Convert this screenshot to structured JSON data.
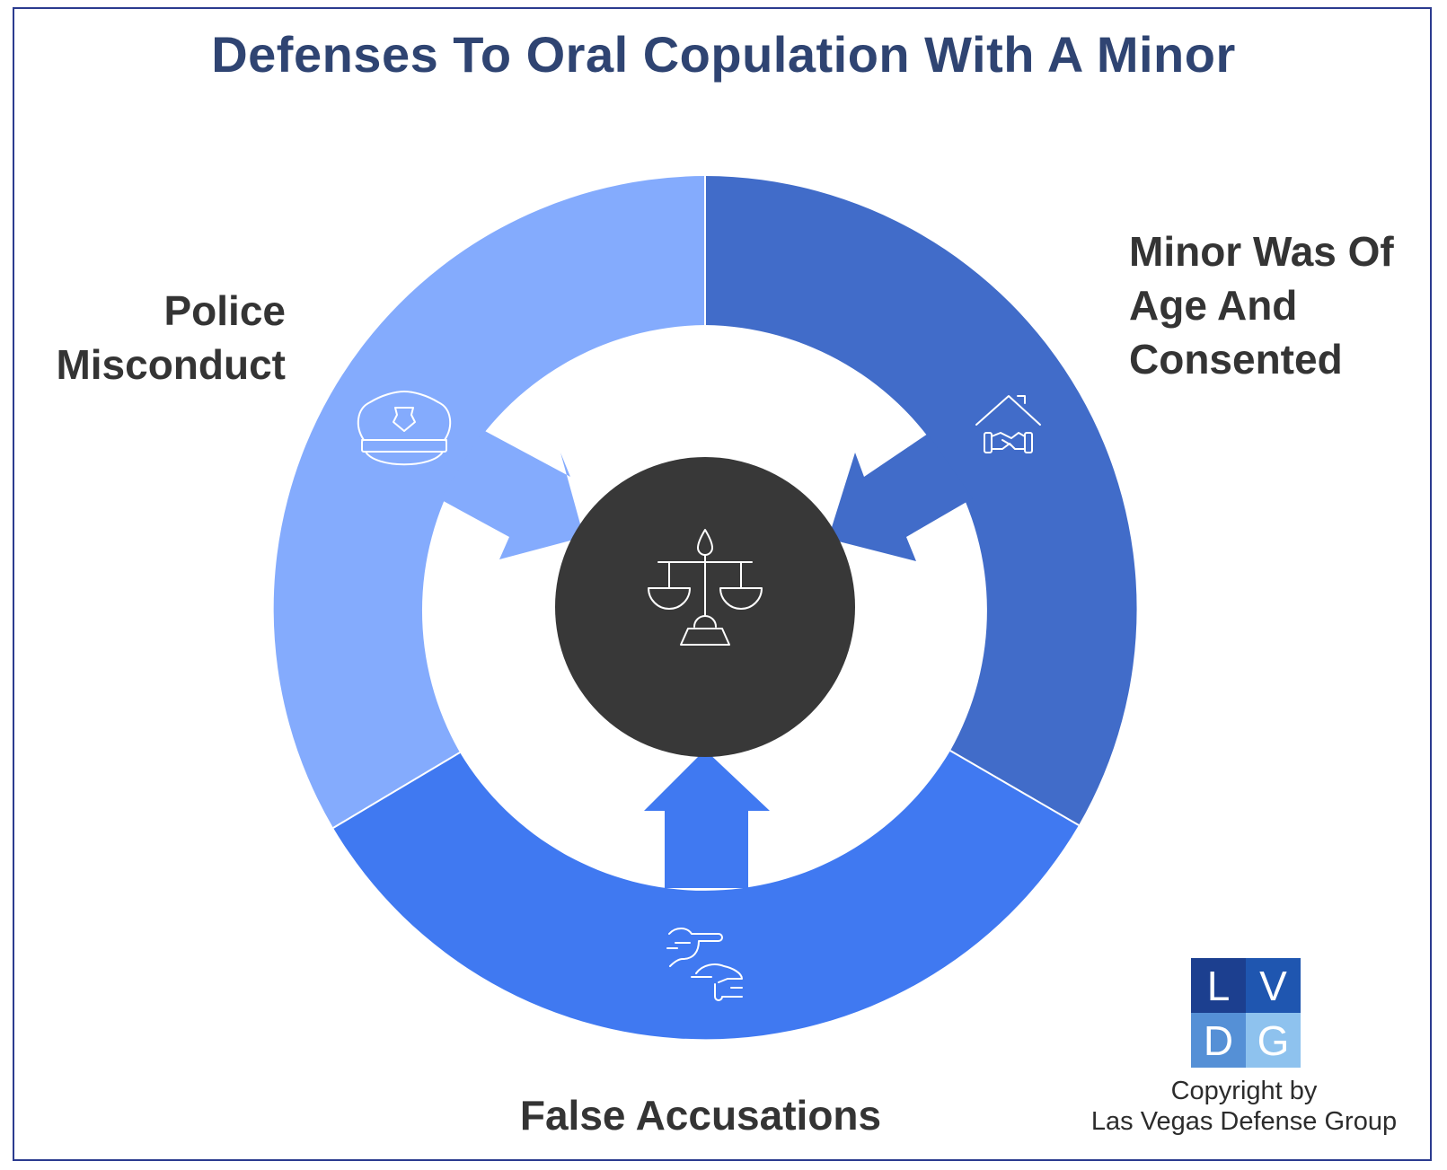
{
  "title": "Defenses To Oral Copulation With A Minor",
  "segments": [
    {
      "id": "police",
      "label_lines": [
        "Police",
        "Misconduct"
      ],
      "icon": "police-cap-icon",
      "color": "#84abfd"
    },
    {
      "id": "minor",
      "label_lines": [
        "Minor Was Of",
        "Age And",
        "Consented"
      ],
      "icon": "handshake-house-icon",
      "color": "#416cc9"
    },
    {
      "id": "false",
      "label_lines": [
        "False Accusations"
      ],
      "icon": "pointing-hands-icon",
      "color": "#4079f1"
    }
  ],
  "center": {
    "icon": "scales-of-justice-icon",
    "color": "#383838"
  },
  "logo": {
    "letters": [
      "L",
      "V",
      "D",
      "G"
    ],
    "colors": [
      "#1c3f8f",
      "#1f56b0",
      "#5590d6",
      "#8ec2ee"
    ]
  },
  "copyright": {
    "line1": "Copyright by",
    "line2": "Las Vegas Defense Group"
  }
}
